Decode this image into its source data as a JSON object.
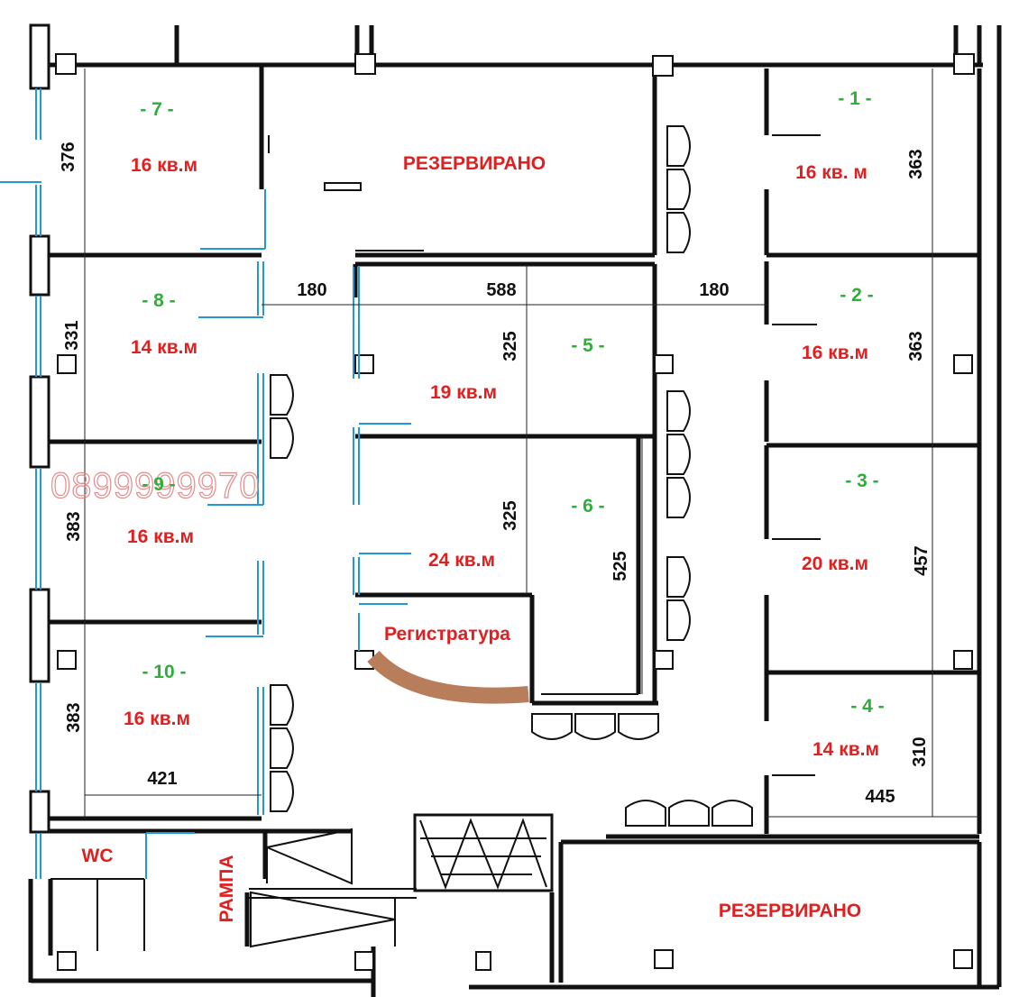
{
  "colors": {
    "room_number": "#2fae3a",
    "area_text": "#e02020",
    "wall": "#111111",
    "glass": "#1e9ad6",
    "reception_desk": "#b87d5a",
    "watermark": "#e58c8c"
  },
  "rooms": [
    {
      "number": "- 7 -",
      "area": "16 кв.м",
      "dim": "376"
    },
    {
      "number": "- 8 -",
      "area": "14 кв.м",
      "dim": "331"
    },
    {
      "number": "- 9 -",
      "area": "16 кв.м",
      "dim": "383"
    },
    {
      "number": "- 10 -",
      "area": "16 кв.м",
      "dim": "383",
      "width": "421"
    },
    {
      "number": "- 5 -",
      "area": "19 кв.м",
      "dim": "325",
      "width": "588"
    },
    {
      "number": "- 6 -",
      "area": "24 кв.м",
      "dim": "325",
      "dim2": "525"
    },
    {
      "number": "- 1 -",
      "area": "16 кв. м",
      "dim": "363"
    },
    {
      "number": "- 2 -",
      "area": "16 кв.м",
      "dim": "363"
    },
    {
      "number": "- 3 -",
      "area": "20 кв.м",
      "dim": "457"
    },
    {
      "number": "- 4 -",
      "area": "14 кв.м",
      "dim": "310",
      "width": "445"
    }
  ],
  "corridor_widths": {
    "left": "180",
    "right": "180"
  },
  "labels": {
    "reserved_top": "РЕЗЕРВИРАНО",
    "reserved_bottom": "РЕЗЕРВИРАНО",
    "reception": "Регистратура",
    "wc": "WC",
    "ramp": "РАМПА"
  },
  "watermark": "0899999970",
  "icons": {
    "chair": "chair-icon",
    "column": "column-icon"
  }
}
